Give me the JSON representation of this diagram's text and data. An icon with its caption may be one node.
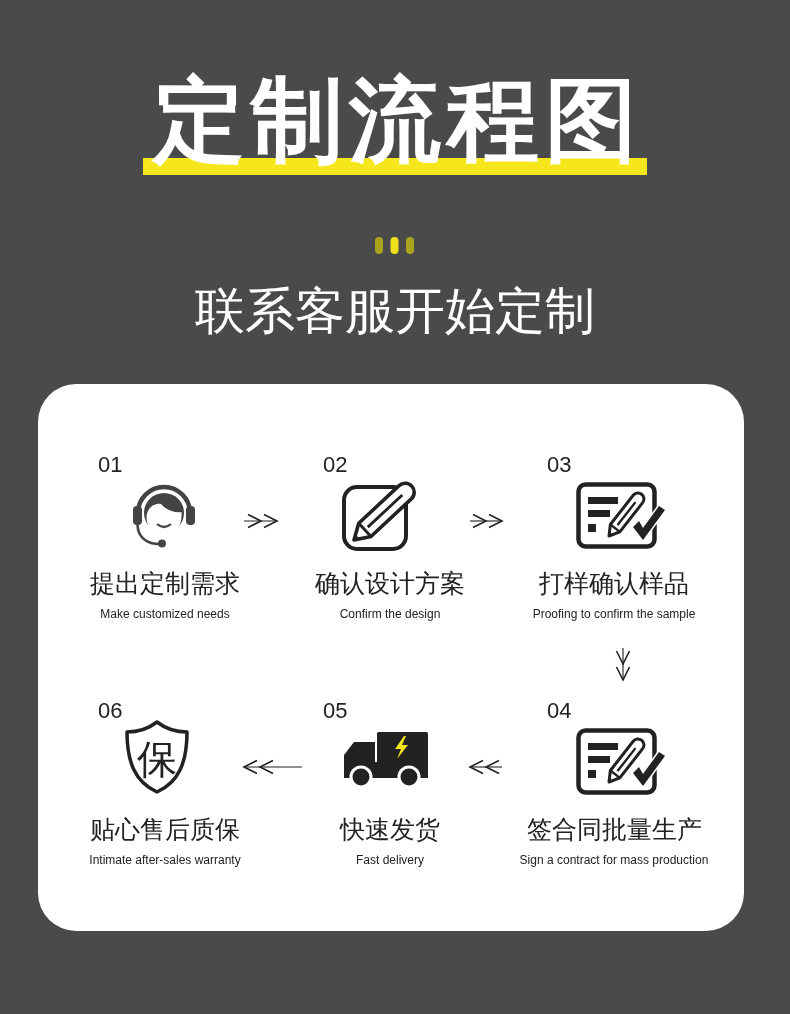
{
  "diagram": {
    "title": "定制流程图",
    "nodes": [
      {
        "text": [],
        "shape": "box"
      },
      {
        "text": [
          "01",
          "提出定制需求",
          "Make customized needs"
        ],
        "in": 0
      },
      {
        "text": [
          "02",
          "确认设计方案",
          "Confirm the design"
        ],
        "in": 0
      },
      {
        "text": [
          "03",
          "打样确认样品",
          "Proofing to confirm the sample"
        ],
        "in": 0
      },
      {
        "text": [
          "04",
          "签合同批量生产",
          "Sign a contract for mass production"
        ],
        "in": 0
      },
      {
        "text": [
          "05",
          "快速发货",
          "Fast delivery"
        ],
        "in": 0
      },
      {
        "text": [
          "06",
          "保",
          "贴心售后质保",
          "Intimate after-sales warranty"
        ],
        "in": 0
      }
    ],
    "edges": [
      {
        "from": 1,
        "to": 2,
        "arrow": "to"
      },
      {
        "from": 2,
        "to": 3,
        "arrow": "to"
      },
      {
        "from": 3,
        "to": 4,
        "arrow": "to"
      },
      {
        "from": 4,
        "to": 5,
        "arrow": "to"
      },
      {
        "from": 5,
        "to": 6,
        "arrow": "to"
      }
    ],
    "labels": [
      "联系客服开始定制"
    ]
  }
}
